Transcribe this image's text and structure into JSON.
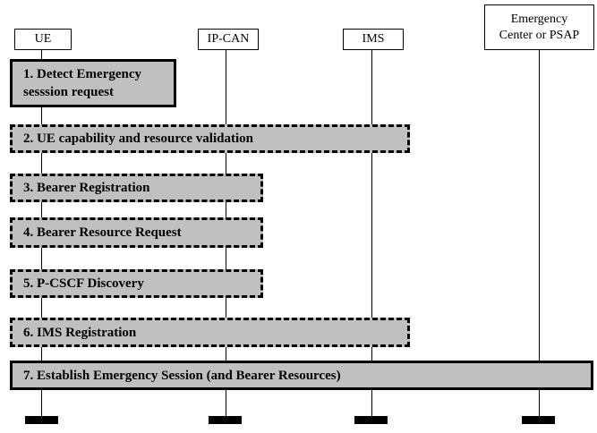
{
  "entities": {
    "ue": "UE",
    "ipcan": "IP-CAN",
    "ims": "IMS",
    "psap": "Emergency\nCenter or PSAP"
  },
  "steps": [
    "1. Detect Emergency\nsesssion request",
    "2. UE capability and resource validation",
    "3. Bearer Registration",
    "4. Bearer Resource Request",
    "5. P-CSCF Discovery",
    "6. IMS Registration",
    "7. Establish Emergency Session (and Bearer Resources)"
  ]
}
